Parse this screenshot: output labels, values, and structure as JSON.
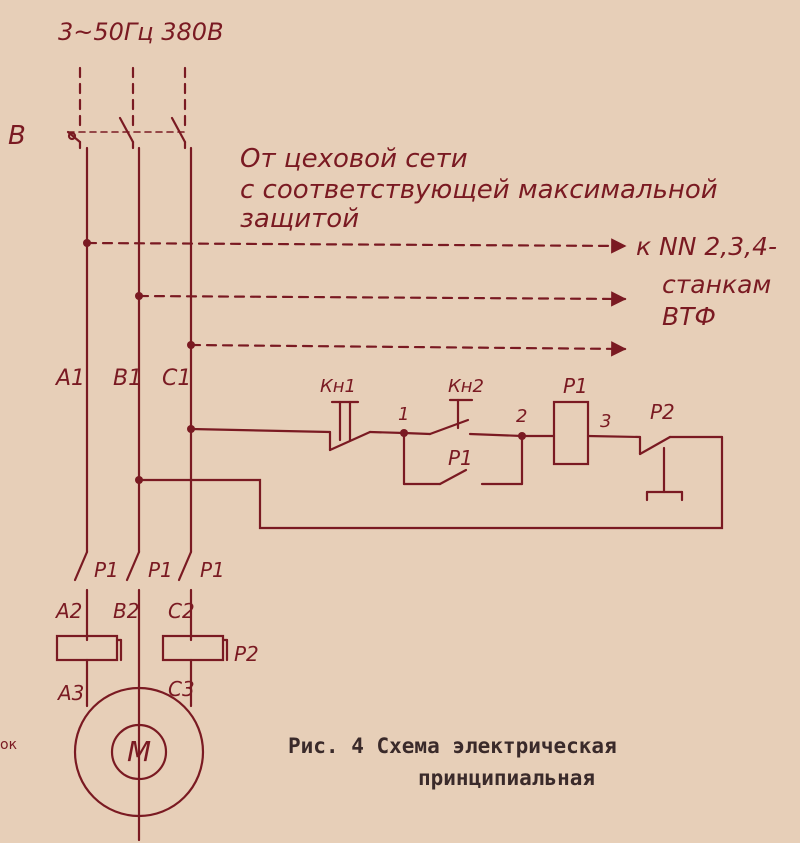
{
  "supply": "3~50Гц 380В",
  "switch_label": "В",
  "network_note": [
    "От цеховой сети",
    "с соответствующей максимальной",
    "защитой"
  ],
  "feed_note": [
    "к NN 2,3,4-",
    "станкам",
    "ВТФ"
  ],
  "phases_top": [
    "A1",
    "B1",
    "C1"
  ],
  "phases_mid": [
    "A2",
    "B2",
    "C2"
  ],
  "phases_bottom": [
    "A3",
    "C3"
  ],
  "contactor_main": [
    "P1",
    "P1",
    "P1"
  ],
  "control": {
    "stop_button": "Кн1",
    "start_button": "Кн2",
    "hold_contact": "P1",
    "coil": "P1",
    "thermal_contact": "P2",
    "nodes": [
      "1",
      "2",
      "3"
    ]
  },
  "thermal_relay": "P2",
  "motor": "M",
  "caption": [
    "Рис. 4 Схема электрическая",
    "принципиальная"
  ],
  "edge_text": "ок",
  "colors": {
    "paper": "#e7cfb8",
    "ink": "#7a1a22",
    "caption_ink": "#3a2a2a"
  }
}
